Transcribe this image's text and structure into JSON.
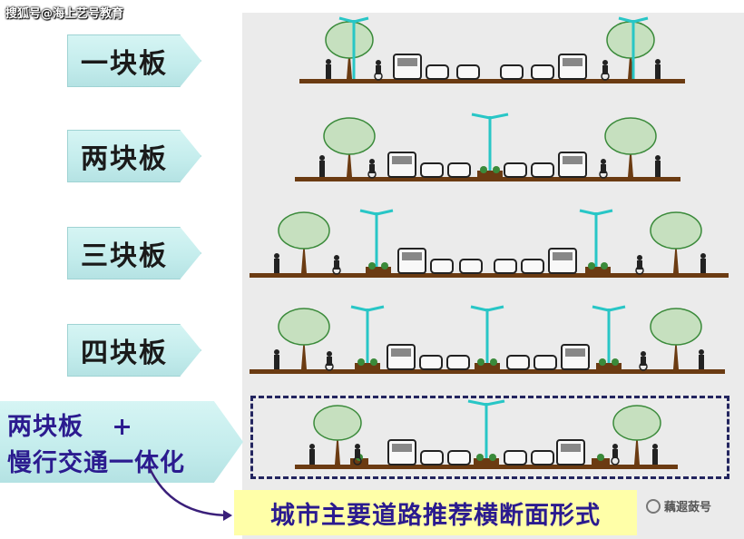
{
  "watermark_top": "搜狐号@海上艺号教育",
  "labels": [
    "一块板",
    "两块板",
    "三块板",
    "四块板"
  ],
  "combined_label": {
    "line1": "两块板   +",
    "line2": "慢行交通一体化"
  },
  "caption": "城市主要道路推荐横断面形式",
  "watermark_bottom": "藕遐蔹号",
  "colors": {
    "arrow": "#c3ecec",
    "label_dark": "#1a1a1a",
    "label_blue": "#2b1b8f",
    "caption_bg": "#ffffa8",
    "road": "#6b3b12",
    "lamp": "#28c6c6",
    "tree": "#c6e0bf",
    "panel": "#ebebeb",
    "dash": "#23255f"
  }
}
